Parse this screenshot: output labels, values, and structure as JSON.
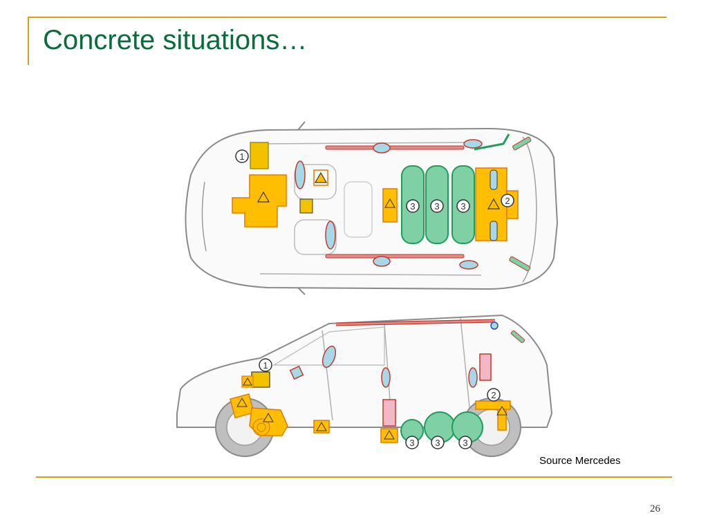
{
  "slide": {
    "title": "Concrete situations…",
    "caption": "Source Mercedes",
    "page_number": "26"
  },
  "figure": {
    "callouts": {
      "one": "1",
      "two": "2",
      "three": "3"
    },
    "colors": {
      "battery": "#f2c200",
      "high_voltage": "#ffbf00",
      "gas_tank": "#7fd0a4",
      "gas_tank_stroke": "#1f9d5a",
      "airbag": "#a8d8e8",
      "airbag_stroke": "#c0392b",
      "curtain_bar": "#e08a8a",
      "body_outline": "#8a8a8a"
    }
  }
}
